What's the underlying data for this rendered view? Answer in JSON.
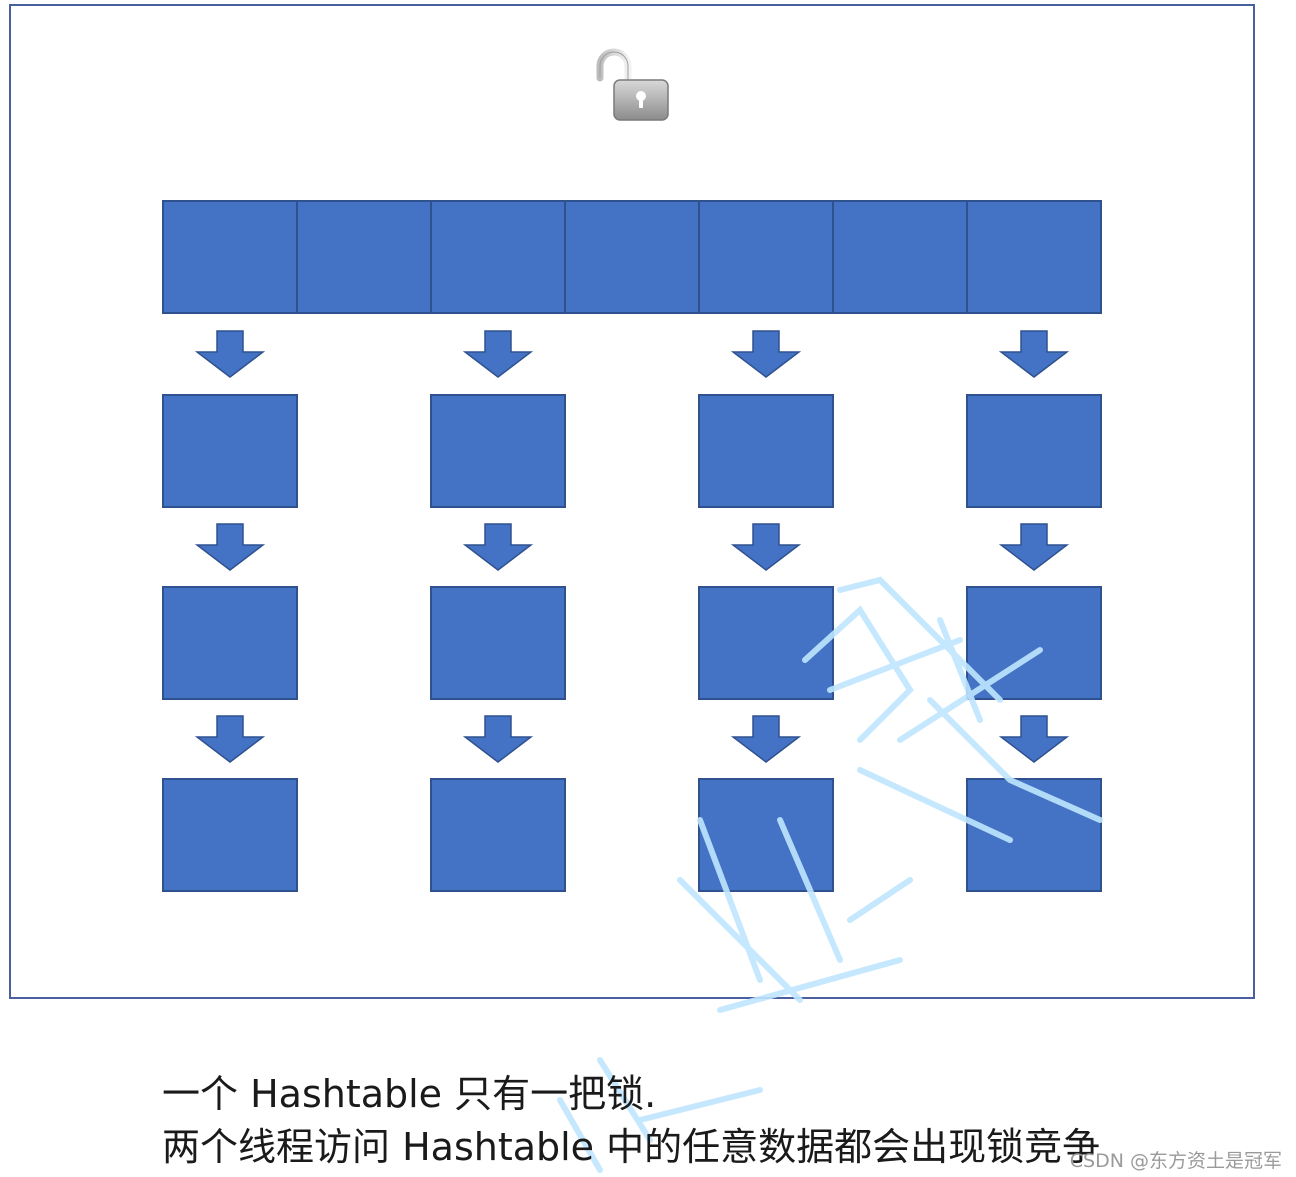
{
  "diagram": {
    "header_cells": 7,
    "chain_columns": [
      0,
      2,
      4,
      6
    ],
    "chain_depth": 3,
    "colors": {
      "cell_fill": "#4472c4",
      "cell_border": "#2f528f",
      "frame": "#4a5f9e",
      "watermark": "#bfe6ff"
    },
    "icon": "unlocked-padlock-icon"
  },
  "caption": {
    "line1": "一个 Hashtable 只有一把锁.",
    "line2": "两个线程访问 Hashtable 中的任意数据都会出现锁竞争"
  },
  "watermark": {
    "text": "CSDN @东方资土是冠军"
  }
}
